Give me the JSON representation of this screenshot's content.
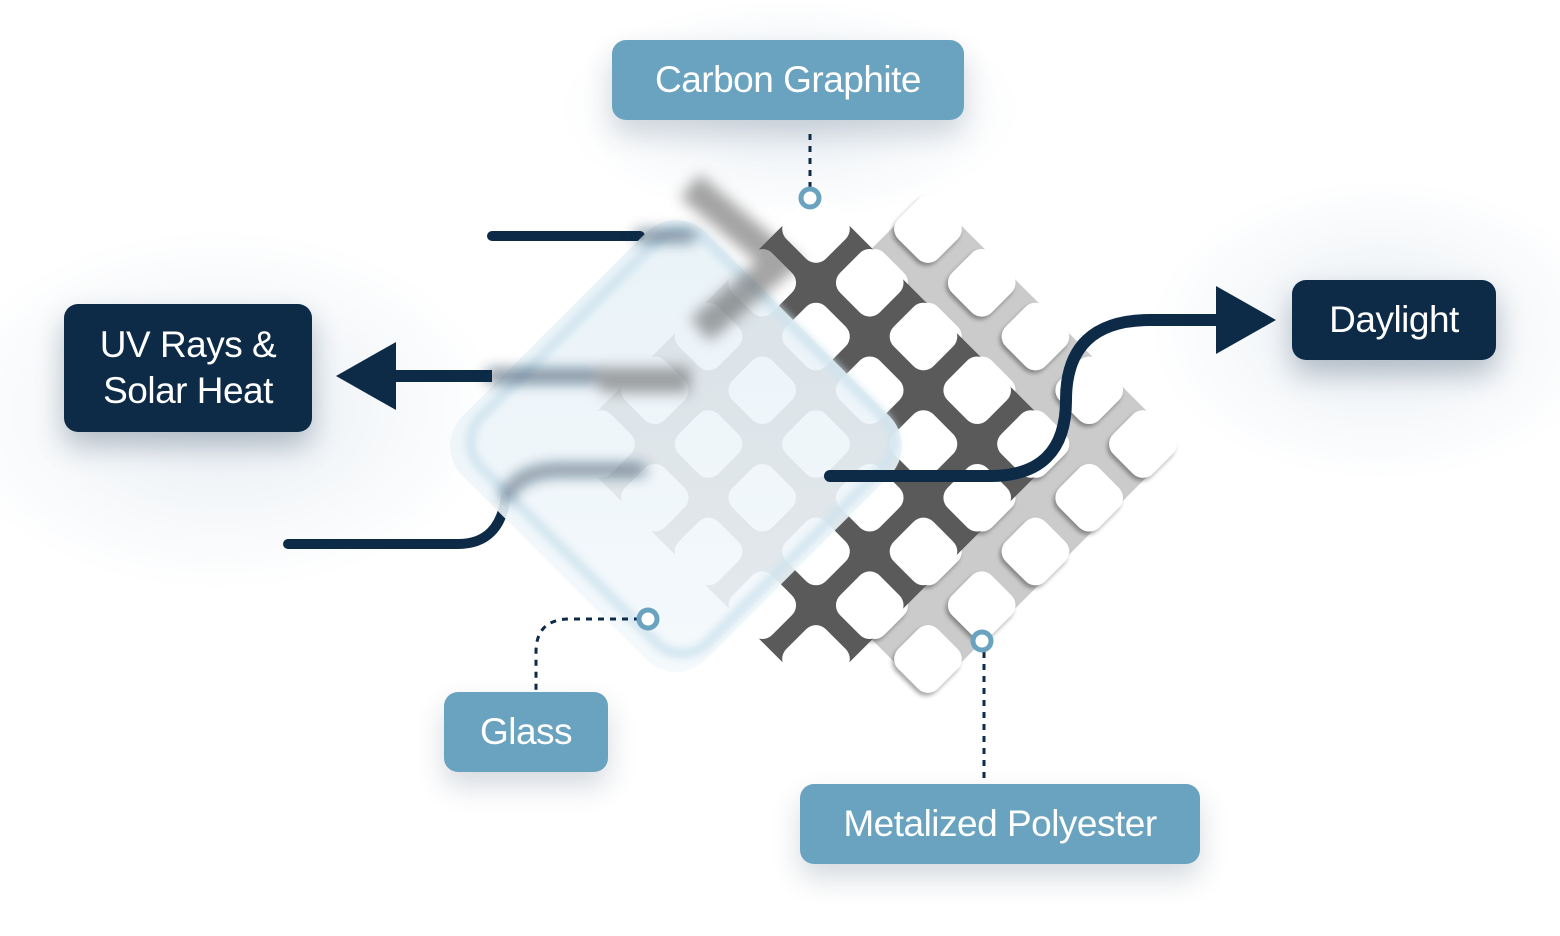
{
  "labels": {
    "carbon_graphite": "Carbon Graphite",
    "uv_rays_line1": "UV Rays &",
    "uv_rays_line2": "Solar Heat",
    "daylight": "Daylight",
    "glass": "Glass",
    "metalized_polyester": "Metalized Polyester"
  },
  "colors": {
    "light_label": "#6aa3bf",
    "dark_label": "#0d2b47",
    "carbon_layer": "#5a5a5a",
    "polyester_layer": "#cbcbcb",
    "glass_layer": "#dcebf3",
    "arrow": "#0d2b47"
  }
}
